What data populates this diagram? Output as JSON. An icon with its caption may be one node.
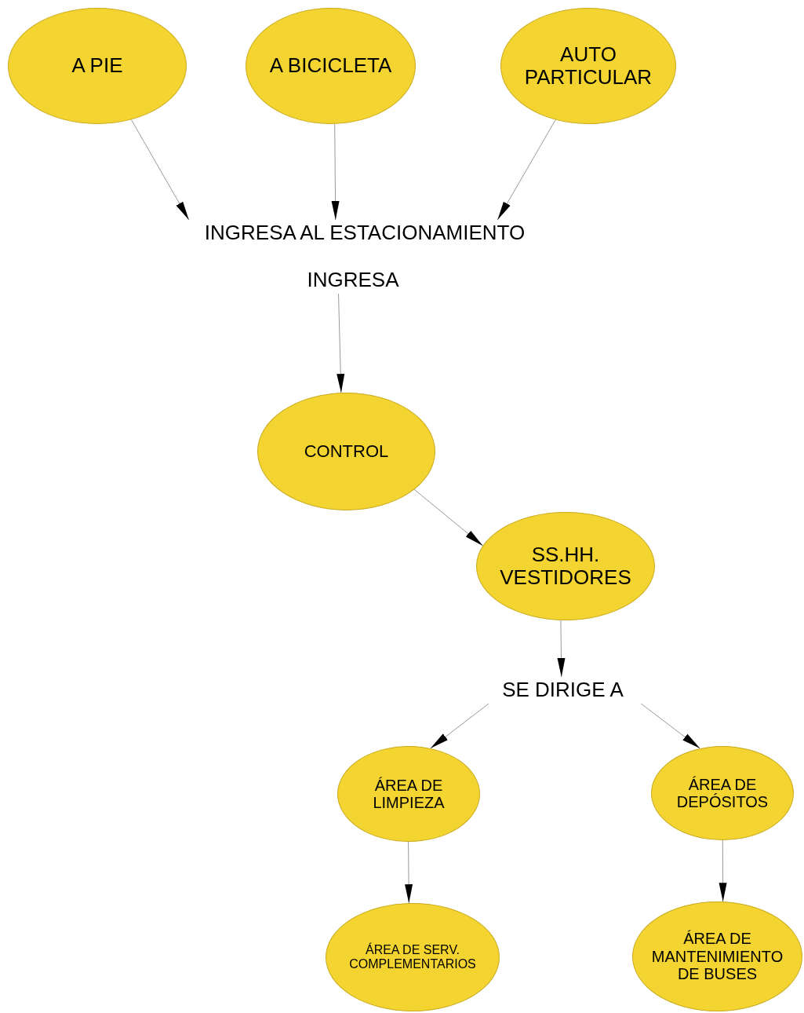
{
  "diagram": {
    "nodes": [
      {
        "text": [
          "A PIE"
        ]
      },
      {
        "text": [
          "A BICICLETA"
        ]
      },
      {
        "text": [
          "AUTO PARTICULAR"
        ]
      },
      {
        "text": [
          "INGRESA AL ESTACIONAMIENTO"
        ]
      },
      {
        "text": [
          "INGRESA"
        ]
      },
      {
        "text": [
          "CONTROL"
        ]
      },
      {
        "text": [
          "SS.HH. VESTIDORES"
        ]
      },
      {
        "text": [
          "SE DIRIGE A"
        ]
      },
      {
        "text": [
          "ÁREA DE LIMPIEZA"
        ]
      },
      {
        "text": [
          "ÁREA DE DEPÓSITOS"
        ]
      },
      {
        "text": [
          "ÁREA DE SERV. COMPLEMENTARIOS"
        ]
      },
      {
        "text": [
          "ÁREA DE MANTENIMIENTO DE BUSES"
        ]
      }
    ],
    "edges": [
      {
        "from": 0,
        "to": 3,
        "arrow": "to"
      },
      {
        "from": 1,
        "to": 3,
        "arrow": "to"
      },
      {
        "from": 2,
        "to": 3,
        "arrow": "to"
      },
      {
        "from": 4,
        "to": 5,
        "arrow": "to"
      },
      {
        "from": 5,
        "to": 6,
        "arrow": "to"
      },
      {
        "from": 6,
        "to": 7,
        "arrow": "to"
      },
      {
        "from": 7,
        "to": 8,
        "arrow": "to"
      },
      {
        "from": 7,
        "to": 9,
        "arrow": "to"
      },
      {
        "from": 8,
        "to": 10,
        "arrow": "to"
      },
      {
        "from": 9,
        "to": 11,
        "arrow": "to"
      }
    ]
  }
}
